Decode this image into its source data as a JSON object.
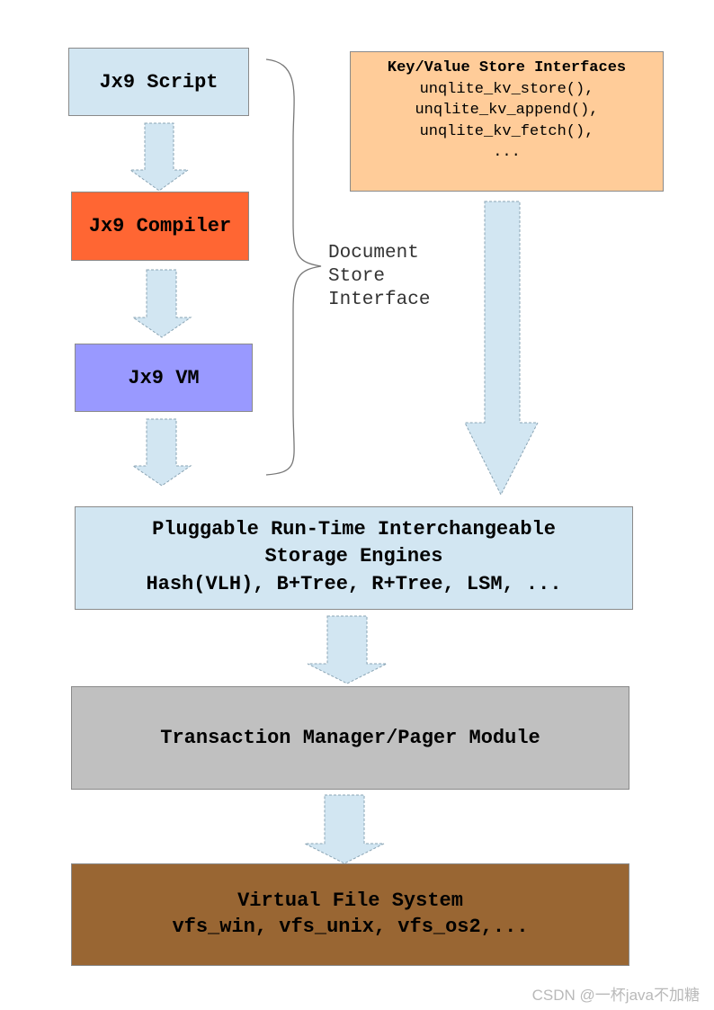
{
  "diagram": {
    "jx9_script": "Jx9 Script",
    "jx9_compiler": "Jx9 Compiler",
    "jx9_vm": "Jx9 VM",
    "document_store_label": [
      "Document",
      "Store",
      "Interface"
    ],
    "kv_interfaces": {
      "title": "Key/Value Store Interfaces",
      "lines": [
        "unqlite_kv_store(),",
        "unqlite_kv_append(),",
        "unqlite_kv_fetch(),",
        "..."
      ]
    },
    "storage_engines": {
      "lines": [
        "Pluggable Run-Time Interchangeable",
        "Storage Engines",
        "Hash(VLH), B+Tree, R+Tree, LSM, ..."
      ]
    },
    "transaction_manager": "Transaction Manager/Pager Module",
    "vfs": {
      "lines": [
        "Virtual File System",
        "vfs_win, vfs_unix, vfs_os2,..."
      ]
    }
  },
  "colors": {
    "light_blue": "#d2e6f2",
    "compiler_orange": "#ff6633",
    "vm_purple": "#9999ff",
    "kv_peach": "#ffcc99",
    "transaction_gray": "#c0c0c0",
    "vfs_brown": "#996633"
  },
  "watermark": "CSDN @一杯java不加糖"
}
